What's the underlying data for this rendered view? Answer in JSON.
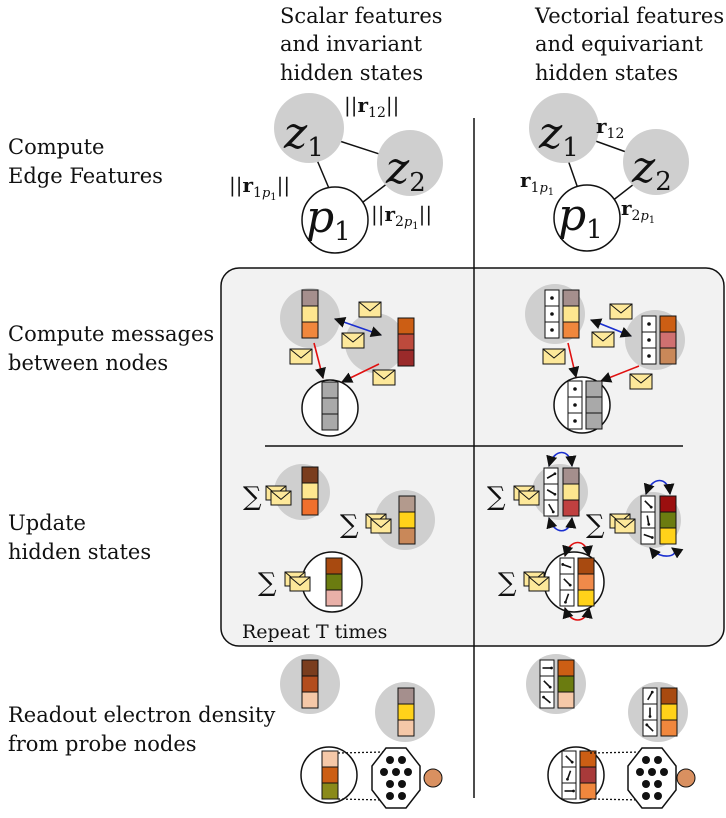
{
  "columns": {
    "scalar": [
      "Scalar features",
      "and invariant",
      "hidden states"
    ],
    "vectorial": [
      "Vectorial features",
      "and equivariant",
      "hidden states"
    ]
  },
  "rows": {
    "edge": [
      "Compute",
      "Edge Features"
    ],
    "messages": [
      "Compute messages",
      "between nodes"
    ],
    "update": [
      "Update",
      "hidden states"
    ],
    "readout": [
      "Readout electron density",
      "from probe nodes"
    ]
  },
  "repeat_label": "Repeat T times",
  "nodes": {
    "z1": {
      "base": "z",
      "sub": "1"
    },
    "z2": {
      "base": "z",
      "sub": "2"
    },
    "p1": {
      "base": "p",
      "sub": "1"
    }
  },
  "edge_labels": {
    "scalar": {
      "r12": {
        "pre": "||",
        "vec": "r",
        "sub": "12",
        "post": "||"
      },
      "r1p1": {
        "pre": "||",
        "vec": "r",
        "sub": "1",
        "subsub": "p",
        "subsubsub": "1",
        "post": "||"
      },
      "r2p1": {
        "pre": "||",
        "vec": "r",
        "sub": "2",
        "subsub": "p",
        "subsubsub": "1",
        "post": "||"
      }
    },
    "vectorial": {
      "r12": {
        "vec": "r",
        "sub": "12"
      },
      "r1p1": {
        "vec": "r",
        "sub": "1",
        "subsub": "p",
        "subsubsub": "1"
      },
      "r2p1": {
        "vec": "r",
        "sub": "2",
        "subsub": "p",
        "subsubsub": "1"
      }
    }
  },
  "sum_symbol": "∑",
  "colors": {
    "atom_fill": "#cfcfcf",
    "panel_fill": "#f2f2f2",
    "envelope_fill": "#fde89a",
    "probe_output": "#d99060",
    "arrow_red": "#e01010",
    "arrow_blue": "#1a2fd0"
  },
  "feature_stacks": {
    "msg_z1": [
      "#a58f8d",
      "#fde68f",
      "#f0873d"
    ],
    "msg_z2": [
      "#cc5e14",
      "#bd4a3c",
      "#9a2a2a"
    ],
    "msg_p1": [
      "#a9a9a9",
      "#a9a9a9",
      "#a9a9a9"
    ],
    "vmsg_z1": [
      "#a58f8d",
      "#fde68f",
      "#f0873d"
    ],
    "vmsg_z2": [
      "#cc5e14",
      "#d07070",
      "#c98859"
    ],
    "vmsg_p1": [
      "#a9a9a9",
      "#a9a9a9",
      "#a9a9a9"
    ],
    "upd_z1": [
      "#7a3d1e",
      "#fde68f",
      "#f0702d"
    ],
    "upd_z2": [
      "#b39a8d",
      "#ffd21a",
      "#c98859"
    ],
    "upd_p1": [
      "#a84a10",
      "#6b7c10",
      "#e9b0a8"
    ],
    "vupd_z1": [
      "#a58f8d",
      "#fde68f",
      "#c04040"
    ],
    "vupd_z2": [
      "#9b0f0f",
      "#6b7c10",
      "#ffd21a"
    ],
    "vupd_p1": [
      "#a84a10",
      "#f08a4a",
      "#ffd21a"
    ],
    "read_z1": [
      "#7a3d1e",
      "#b34d1e",
      "#f5c8a8"
    ],
    "read_z2": [
      "#a58f8d",
      "#ffd21a",
      "#f5c8a8"
    ],
    "read_p1": [
      "#f5c8a8",
      "#cc5e14",
      "#8a8a1a"
    ],
    "vread_z1": [
      "#cc5e14",
      "#6b7c10",
      "#f5c8a8"
    ],
    "vread_z2": [
      "#a84a10",
      "#ffd21a",
      "#f0873d"
    ],
    "vread_p1": [
      "#cc5e14",
      "#a83a3a",
      "#f0873d"
    ]
  }
}
